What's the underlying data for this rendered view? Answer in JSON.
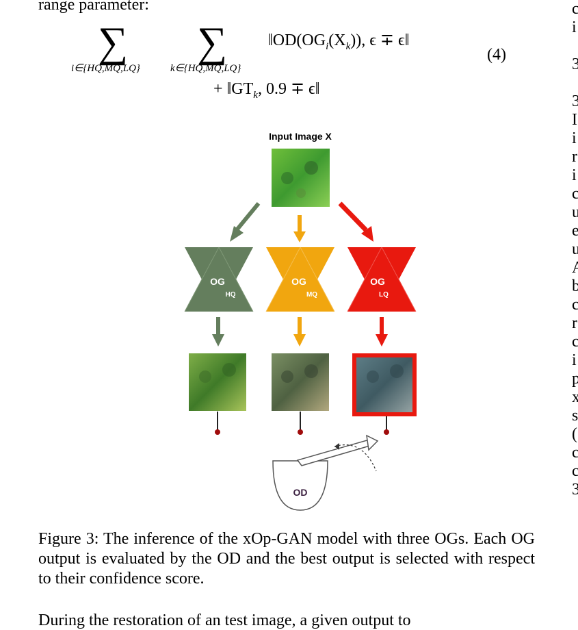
{
  "paper": {
    "intro_line": "range parameter:",
    "equation": {
      "number": "(4)",
      "sum_symbol": "∑",
      "sum1_sub": "i∈{HQ,MQ,LQ}",
      "sum2_sub": "k∈{HQ,MQ,LQ}",
      "term1": "‖OD(OG",
      "term1_sub": "i",
      "term1_mid": "(X",
      "term1_sub2": "k",
      "term1_end": ")), ϵ ∓ ϵ‖",
      "term2_prefix": "+  ‖GT",
      "term2_sub": "k",
      "term2_end": ", 0.9 ∓ ϵ‖"
    },
    "figure": {
      "input_label": "Input Image X",
      "generators": [
        {
          "main": "OG",
          "sub": "HQ",
          "color": "#647e5d"
        },
        {
          "main": "OG",
          "sub": "MQ",
          "color": "#f1a60f"
        },
        {
          "main": "OG",
          "sub": "LQ",
          "color": "#e8190f"
        }
      ],
      "discriminator_label": "OD",
      "selected_border_color": "#e8190f"
    },
    "caption": "Figure 3: The inference of the xOp-GAN model with three OGs. Each OG output is evaluated by the OD and the best output is selected with respect to their confidence score.",
    "next_paragraph_start": "During the restoration of an test image, a given output to",
    "right_column_letters": [
      "c",
      "i",
      "",
      "3",
      "",
      "3",
      "I",
      "i",
      "r",
      "i",
      "c",
      "u",
      "e",
      "u",
      "A",
      "b",
      "c",
      "r",
      "c",
      "i",
      "p",
      "x",
      "s",
      "(",
      "c",
      "c",
      "3"
    ]
  }
}
